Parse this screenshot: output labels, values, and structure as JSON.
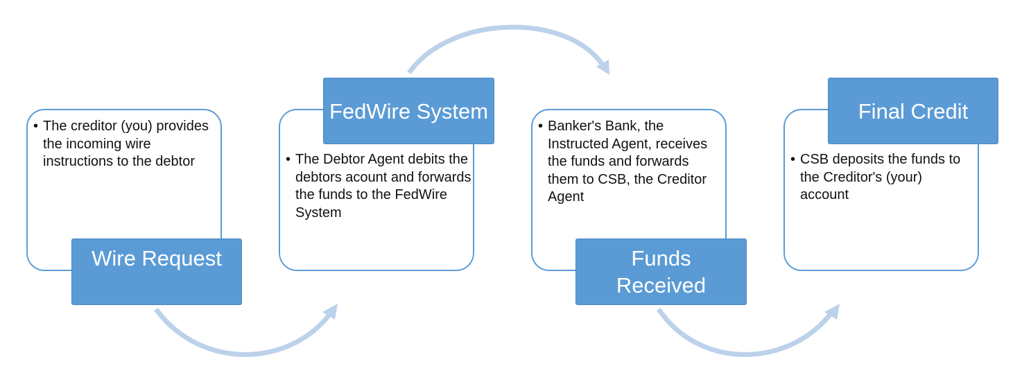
{
  "colors": {
    "accent": "#5b9bd5",
    "arrow": "#bcd1ea",
    "card_border": "#5b9bd5",
    "text": "#111111",
    "label_text": "#ffffff"
  },
  "steps": [
    {
      "title": "Wire Request",
      "text": "The creditor (you) provides the incoming wire instructions to the debtor"
    },
    {
      "title": "FedWire System",
      "text": "The Debtor Agent debits the debtors acount and forwards the funds to the FedWire System"
    },
    {
      "title": "Funds Received",
      "text": "Banker's Bank, the Instructed Agent, receives the funds and forwards them to CSB, the Creditor Agent"
    },
    {
      "title": "Final Credit",
      "text": "CSB deposits the funds to the Creditor's (your) account"
    }
  ],
  "bullet_glyph": "•"
}
